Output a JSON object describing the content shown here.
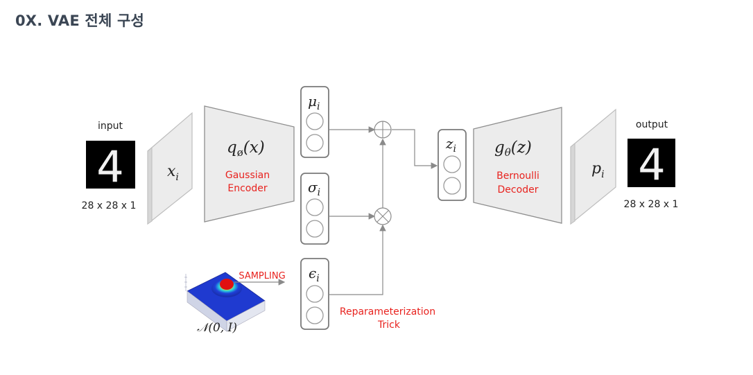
{
  "page": {
    "title": "0X. VAE 전체 구성"
  },
  "diagram": {
    "input": {
      "label": "input",
      "size": "28 x 28 x 1",
      "digit": "4"
    },
    "x_layer": {
      "base": "x",
      "sub": "i"
    },
    "encoder": {
      "func_q": "q",
      "func_sub": "ø",
      "func_arg": "(x)",
      "line1": "Gaussian",
      "line2": "Encoder"
    },
    "mu": {
      "base": "μ",
      "sub": "i"
    },
    "sigma": {
      "base": "σ",
      "sub": "i"
    },
    "epsilon": {
      "base": "ϵ",
      "sub": "i"
    },
    "z": {
      "base": "z",
      "sub": "i"
    },
    "decoder": {
      "func_g": "g",
      "func_sub": "θ",
      "func_arg": "(z)",
      "line1": "Bernoulli",
      "line2": "Decoder"
    },
    "p_layer": {
      "base": "p",
      "sub": "i"
    },
    "output": {
      "label": "output",
      "size": "28 x 28 x 1",
      "digit": "4"
    },
    "sampling": {
      "label": "SAMPLING",
      "dist_name": "𝒩",
      "dist_args": "(0, I)"
    },
    "reparam": {
      "line1": "Reparameterization",
      "line2": "Trick"
    },
    "colors": {
      "accent_red": "#e8221e",
      "title": "#3b4654",
      "line": "#8a8a8a"
    }
  }
}
